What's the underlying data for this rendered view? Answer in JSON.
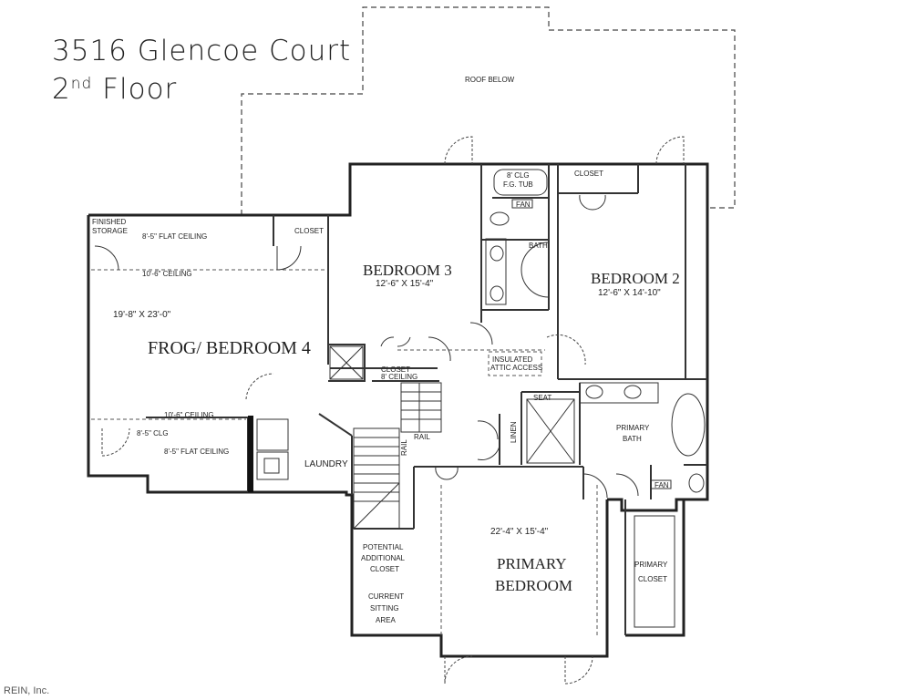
{
  "title": {
    "line1": "3516 Glencoe Court",
    "line2_main": "2",
    "line2_sup": "nd",
    "line2_rest": " Floor"
  },
  "watermark": "REIN, Inc.",
  "labels": {
    "roof_below": "ROOF BELOW",
    "finished_storage_1": "FINISHED",
    "finished_storage_2": "STORAGE",
    "flat_ceiling_top": "8'-5\" FLAT CEILING",
    "closet_frog": "CLOSET",
    "ceiling_106_top": "10'-6\" CEILING",
    "frog_dim": "19'-8\" X 23'-0\"",
    "frog_name": "FROG/ BEDROOM 4",
    "ceiling_106_bottom": "10'-6\" CEILING",
    "ceiling_85_bottom": "8'-5\" CLG",
    "flat_ceiling_bottom": "8'-5\" FLAT CEILING",
    "laundry": "LAUNDRY",
    "bedroom3_name": "BEDROOM 3",
    "bedroom3_dim": "12'-6\" X 15'-4\"",
    "closet_8ft_1": "CLOSET",
    "closet_8ft_2": "8' CEILING",
    "rail_1": "RAIL",
    "rail_2": "RAIL",
    "clg_tub_1": "8' CLG",
    "clg_tub_2": "F.G. TUB",
    "fan_1": "FAN",
    "bath": "BATH",
    "closet_bed2": "CLOSET",
    "bedroom2_name": "BEDROOM 2",
    "bedroom2_dim": "12'-6\" X 14'-10\"",
    "attic_1": "INSULATED",
    "attic_2": "ATTIC ACCESS",
    "seat": "SEAT",
    "linen": "LINEN",
    "primary_bath_1": "PRIMARY",
    "primary_bath_2": "BATH",
    "fan_2": "FAN",
    "primary_dim": "22'-4\" X 15'-4\"",
    "primary_name_1": "PRIMARY",
    "primary_name_2": "BEDROOM",
    "primary_closet_1": "PRIMARY",
    "primary_closet_2": "CLOSET",
    "potential_1": "POTENTIAL",
    "potential_2": "ADDITIONAL",
    "potential_3": "CLOSET",
    "sitting_1": "CURRENT",
    "sitting_2": "SITTING",
    "sitting_3": "AREA"
  }
}
